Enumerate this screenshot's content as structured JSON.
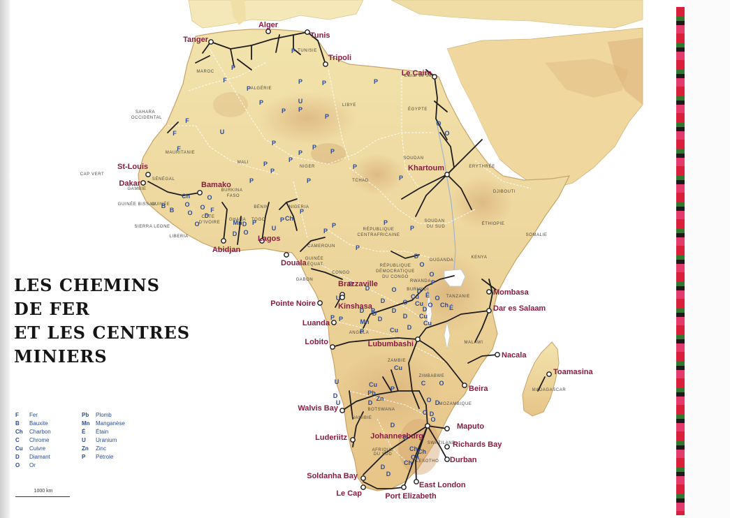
{
  "title_lines": [
    "LES CHEMINS",
    "DE FER",
    "ET LES CENTRES",
    "MINIERS"
  ],
  "legend": {
    "left": [
      {
        "code": "F",
        "label": "Fer"
      },
      {
        "code": "B",
        "label": "Bauxite"
      },
      {
        "code": "Ch",
        "label": "Charbon"
      },
      {
        "code": "C",
        "label": "Chrome"
      },
      {
        "code": "Cu",
        "label": "Cuivre"
      },
      {
        "code": "D",
        "label": "Diamant"
      },
      {
        "code": "O",
        "label": "Or"
      }
    ],
    "right": [
      {
        "code": "Pb",
        "label": "Plomb"
      },
      {
        "code": "Mn",
        "label": "Manganèse"
      },
      {
        "code": "É",
        "label": "Étain"
      },
      {
        "code": "U",
        "label": "Uranium"
      },
      {
        "code": "Zn",
        "label": "Zinc"
      },
      {
        "code": "P",
        "label": "Pétrole"
      }
    ]
  },
  "scale_label": "1000 km",
  "cities": [
    "Alger",
    "Tunis",
    "Tanger",
    "Tripoli",
    "Le Caire",
    "St-Louis",
    "Dakar",
    "Bamako",
    "Khartoum",
    "Abidjan",
    "Lagos",
    "Douala",
    "Brazzaville",
    "Pointe Noire",
    "Kinshasa",
    "Mombasa",
    "Dar es Salaam",
    "Luanda",
    "Lobito",
    "Lubumbashi",
    "Nacala",
    "Toamasina",
    "Beira",
    "Walvis Bay",
    "Maputo",
    "Johannesburg",
    "Richards Bay",
    "Luderiitz",
    "Durban",
    "Soldanha Bay",
    "East London",
    "Le Cap",
    "Port Elizabeth"
  ],
  "countries": [
    "TUNISIE",
    "MAROC",
    "ALGÉRIE",
    "LIBYE",
    "ÉGYPTE",
    "Canal de Suez",
    "SAHARA",
    "OCCIDENTAL",
    "MAURITANIE",
    "MALI",
    "NIGER",
    "TCHAD",
    "SOUDAN",
    "ERYTHRÉE",
    "CAP VERT",
    "SÉNÉGAL",
    "GAMBIE",
    "GUINÉE BISSAU",
    "GUINÉE",
    "SIERRA LEONE",
    "LIBERIA",
    "BURKINA",
    "FASO",
    "CÔTE",
    "D'IVOIRE",
    "GHANA",
    "TOGO",
    "BÉNIN",
    "NIGERIA",
    "DJIBOUTI",
    "SOUDAN",
    "DU SUD",
    "ÉTHIOPIE",
    "SOMALIE",
    "CAMEROUN",
    "RÉPUBLIQUE",
    "CENTRAFRICAINE",
    "GUINÉE",
    "ÉQUAT.",
    "GABON",
    "CONGO",
    "RÉPUBLIQUE",
    "DÉMOCRATIQUE",
    "DU CONGO",
    "OUGANDA",
    "KENYA",
    "RWANDA",
    "BURUNDI",
    "TANZANIE",
    "ANGOLA",
    "ZAMBIE",
    "MALAWI",
    "ZIMBABWE",
    "MOZAMBIQUE",
    "MADAGASCAR",
    "BOTSWANA",
    "NAMIBIE",
    "SWAZILAND",
    "AFRIQUE",
    "DU SUD",
    "LESOTHO"
  ],
  "resources": [
    "P",
    "F",
    "P",
    "P",
    "P",
    "P",
    "P",
    "U",
    "P",
    "P",
    "P",
    "P",
    "P",
    "P",
    "P",
    "O",
    "O",
    "P",
    "F",
    "F",
    "F",
    "U",
    "P",
    "P",
    "P",
    "P",
    "P",
    "P",
    "P",
    "B",
    "B",
    "Ch",
    "O",
    "O",
    "O",
    "O",
    "F",
    "D",
    "O",
    "Mn",
    "D",
    "O",
    "D",
    "P",
    "U",
    "Ch",
    "P",
    "P",
    "P",
    "P",
    "P",
    "P",
    "P",
    "D",
    "O",
    "O",
    "O",
    "O",
    "D",
    "D",
    "P",
    "P",
    "P",
    "U",
    "P",
    "P",
    "Mn",
    "P",
    "D",
    "D",
    "D",
    "D",
    "D",
    "D",
    "Cu",
    "É",
    "O",
    "O",
    "Ch",
    "É",
    "D",
    "D",
    "Cu",
    "Cu",
    "Cu",
    "Cu",
    "Cu",
    "P",
    "D",
    "D",
    "Pb",
    "Zn",
    "U",
    "U",
    "C",
    "O",
    "Cu",
    "O",
    "D",
    "D",
    "O",
    "O",
    "Ch",
    "Ch",
    "Ch",
    "C",
    "D",
    "D",
    "D",
    "Ch"
  ]
}
